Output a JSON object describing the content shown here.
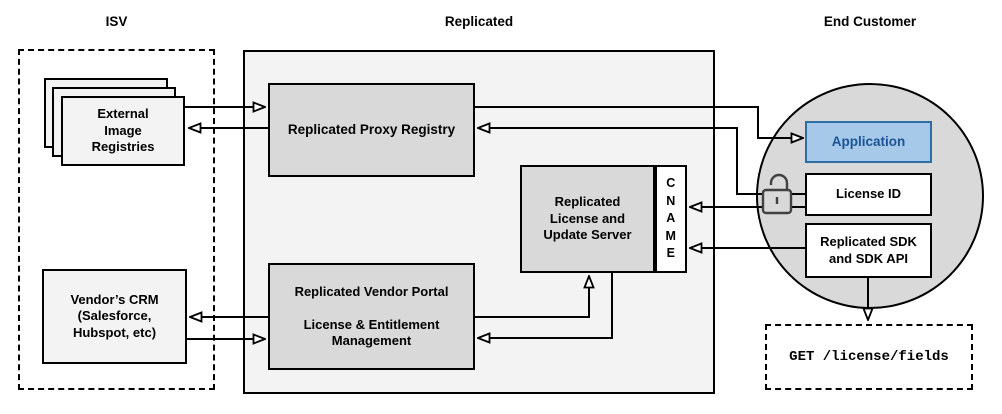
{
  "diagram": {
    "lanes": {
      "isv": "ISV",
      "replicated": "Replicated",
      "end_customer": "End Customer"
    },
    "nodes": {
      "external_image_registries": "External\nImage\nRegistries",
      "vendor_crm": "Vendor’s CRM\n(Salesforce,\nHubspot, etc)",
      "replicated_proxy_registry": "Replicated Proxy Registry",
      "replicated_vendor_portal": "Replicated Vendor Portal\n\nLicense & Entitlement\nManagement",
      "replicated_license_update_server": "Replicated\nLicense and\nUpdate Server",
      "cname": "C\nN\nA\nM\nE",
      "application": "Application",
      "license_id": "License ID",
      "replicated_sdk": "Replicated SDK\nand SDK API",
      "get_license_fields": "GET /license/fields"
    },
    "icons": {
      "padlock": "unlocked-padlock-icon"
    },
    "colors": {
      "application_fill": "#a6c9e9",
      "application_border": "#2e6da4",
      "application_text": "#1b5494",
      "panel_fill": "#f3f3f3",
      "node_fill": "#d9d9d9",
      "circle_fill": "#d9d9d9",
      "line": "#000000"
    }
  }
}
